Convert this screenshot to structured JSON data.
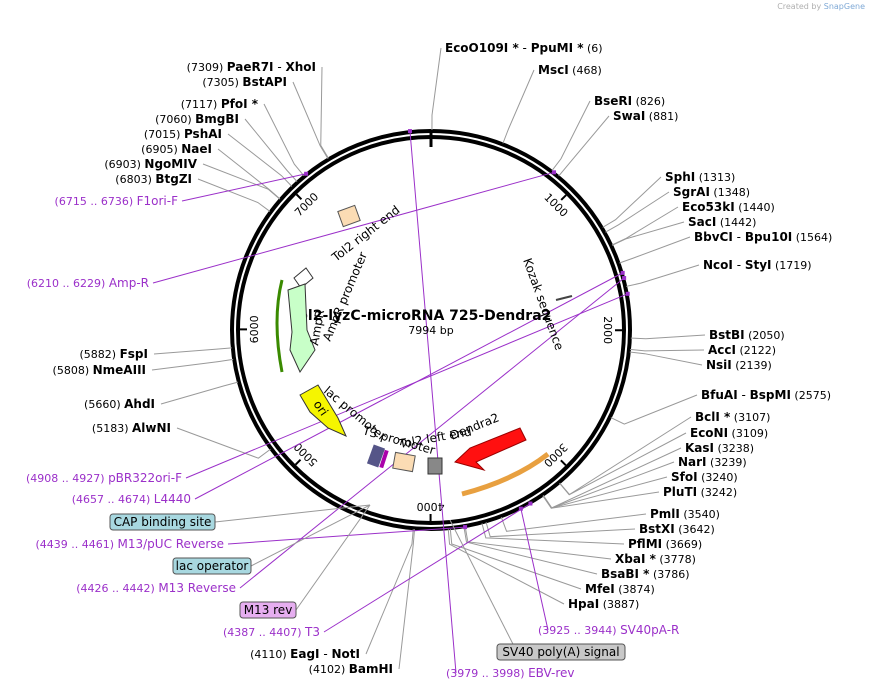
{
  "credit": {
    "text": "Created by",
    "brand": "SnapGene"
  },
  "plasmid": {
    "name": "Tol2-lyzC-microRNA 725-Dendra2",
    "size": "7994 bp",
    "length": 7994
  },
  "colors": {
    "feature_label": "#9b30c9",
    "enzyme": "#000000",
    "ori": "#f5f500",
    "promoter": "#c8ffc8",
    "dendra": "#ff1010",
    "tol2": "#fbdcb4",
    "sv40": "#888888"
  },
  "ticks": [
    "1000",
    "2000",
    "3000",
    "4000",
    "5000",
    "6000",
    "7000"
  ],
  "enzymes_right": [
    {
      "name": "EcoO109I *",
      "name2": "PpuMI *",
      "pos": "(6)"
    },
    {
      "name": "MscI",
      "pos": "(468)"
    },
    {
      "name": "BseRI",
      "pos": "(826)"
    },
    {
      "name": "SwaI",
      "pos": "(881)"
    },
    {
      "name": "SphI",
      "pos": "(1313)"
    },
    {
      "name": "SgrAI",
      "pos": "(1348)"
    },
    {
      "name": "Eco53kI",
      "pos": "(1440)"
    },
    {
      "name": "SacI",
      "pos": "(1442)"
    },
    {
      "name": "BbvCI",
      "name2": "Bpu10I",
      "pos": "(1564)"
    },
    {
      "name": "NcoI",
      "name2": "StyI",
      "pos": "(1719)"
    },
    {
      "name": "BstBI",
      "pos": "(2050)"
    },
    {
      "name": "AccI",
      "pos": "(2122)"
    },
    {
      "name": "NsiI",
      "pos": "(2139)"
    },
    {
      "name": "BfuAI",
      "name2": "BspMI",
      "pos": "(2575)"
    },
    {
      "name": "BclI *",
      "pos": "(3107)"
    },
    {
      "name": "EcoNI",
      "pos": "(3109)"
    },
    {
      "name": "KasI",
      "pos": "(3238)"
    },
    {
      "name": "NarI",
      "pos": "(3239)"
    },
    {
      "name": "SfoI",
      "pos": "(3240)"
    },
    {
      "name": "PluTI",
      "pos": "(3242)"
    },
    {
      "name": "PmlI",
      "pos": "(3540)"
    },
    {
      "name": "BstXI",
      "pos": "(3642)"
    },
    {
      "name": "PflMI",
      "pos": "(3669)"
    },
    {
      "name": "XbaI *",
      "pos": "(3778)"
    },
    {
      "name": "BsaBI *",
      "pos": "(3786)"
    },
    {
      "name": "MfeI",
      "pos": "(3874)"
    },
    {
      "name": "HpaI",
      "pos": "(3887)"
    }
  ],
  "enzymes_left": [
    {
      "pos": "(7309)",
      "name": "PaeR7I",
      "name2": "XhoI"
    },
    {
      "pos": "(7305)",
      "name": "BstAPI"
    },
    {
      "pos": "(7117)",
      "name": "PfoI *"
    },
    {
      "pos": "(7060)",
      "name": "BmgBI"
    },
    {
      "pos": "(7015)",
      "name": "PshAI"
    },
    {
      "pos": "(6905)",
      "name": "NaeI"
    },
    {
      "pos": "(6903)",
      "name": "NgoMIV"
    },
    {
      "pos": "(6803)",
      "name": "BtgZI"
    },
    {
      "pos": "(5882)",
      "name": "FspI"
    },
    {
      "pos": "(5808)",
      "name": "NmeAIII"
    },
    {
      "pos": "(5660)",
      "name": "AhdI"
    },
    {
      "pos": "(5183)",
      "name": "AlwNI"
    },
    {
      "pos": "(4110)",
      "name": "EagI",
      "name2": "NotI"
    },
    {
      "pos": "(4102)",
      "name": "BamHI"
    }
  ],
  "features_outside": [
    {
      "range": "(6715 .. 6736)",
      "name": "F1ori-F"
    },
    {
      "range": "(6210 .. 6229)",
      "name": "Amp-R"
    },
    {
      "range": "(4908 .. 4927)",
      "name": "pBR322ori-F"
    },
    {
      "range": "(4657 .. 4674)",
      "name": "L4440"
    },
    {
      "range": "(4439 .. 4461)",
      "name": "M13/pUC Reverse"
    },
    {
      "range": "(4426 .. 4442)",
      "name": "M13 Reverse"
    },
    {
      "range": "(4387 .. 4407)",
      "name": "T3"
    },
    {
      "range": "(3925 .. 3944)",
      "name": "SV40pA-R"
    },
    {
      "range": "(3979 .. 3998)",
      "name": "EBV-rev"
    }
  ],
  "boxed_features": [
    {
      "name": "CAP binding site",
      "color": "#a8d8e0"
    },
    {
      "name": "lac operator",
      "color": "#a8d8e0"
    },
    {
      "name": "M13 rev",
      "color": "#e6aef0"
    },
    {
      "name": "SV40 poly(A) signal",
      "color": "#c8c8c8"
    }
  ],
  "inner_labels": {
    "tol2_right": "Tol2 right end",
    "ampr_promoter": "AmpR promoter",
    "ampr": "AmpR",
    "ori": "ori",
    "lac_promoter": "lac promoter",
    "t3_promoter": "T3 promoter",
    "tol2_left": "Tol2 left end",
    "dendra2": "Dendra2",
    "kozak": "Kozak sequence"
  }
}
